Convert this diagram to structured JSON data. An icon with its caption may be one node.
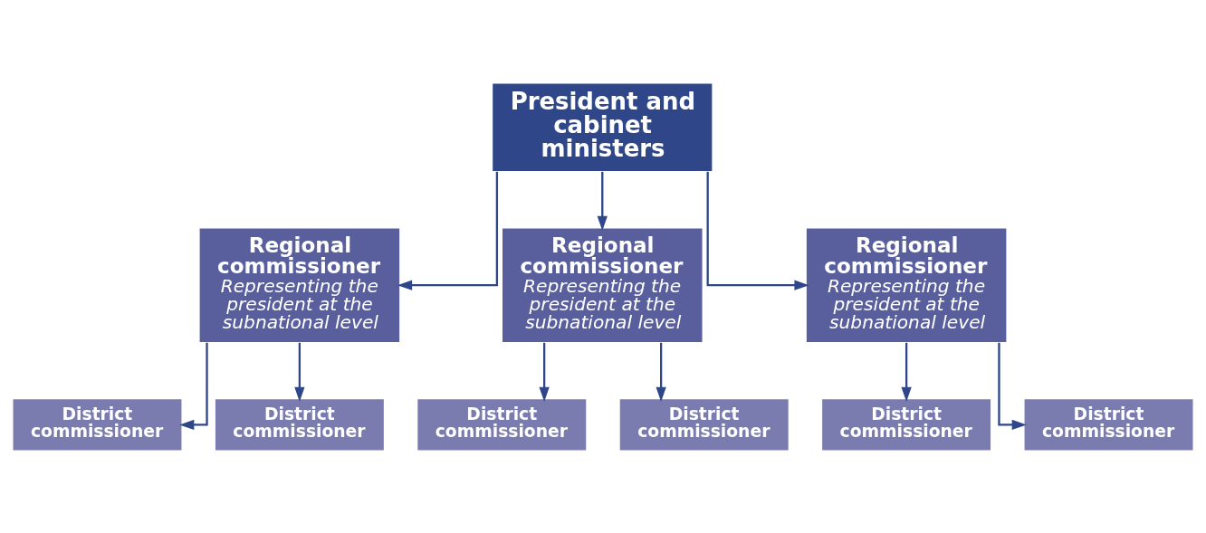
{
  "diagram": {
    "nodes": [
      {
        "text": [
          "President and cabinet ministers"
        ]
      },
      {
        "text": [
          "Regional commissioner",
          "Representing the president at the subnational level"
        ]
      },
      {
        "text": [
          "Regional commissioner",
          "Representing the president at the subnational level"
        ]
      },
      {
        "text": [
          "Regional commissioner",
          "Representing the president at the subnational level"
        ]
      },
      {
        "text": [
          "District commissioner"
        ]
      },
      {
        "text": [
          "District commissioner"
        ]
      },
      {
        "text": [
          "District commissioner"
        ]
      },
      {
        "text": [
          "District commissioner"
        ]
      },
      {
        "text": [
          "District commissioner"
        ]
      },
      {
        "text": [
          "District commissioner"
        ]
      }
    ],
    "edges": [
      {
        "from": 0,
        "to": 1,
        "arrow": "to"
      },
      {
        "from": 0,
        "to": 2,
        "arrow": "to"
      },
      {
        "from": 0,
        "to": 3,
        "arrow": "to"
      },
      {
        "from": 1,
        "to": 4,
        "arrow": "to"
      },
      {
        "from": 1,
        "to": 5,
        "arrow": "to"
      },
      {
        "from": 2,
        "to": 6,
        "arrow": "to"
      },
      {
        "from": 2,
        "to": 7,
        "arrow": "to"
      },
      {
        "from": 3,
        "to": 8,
        "arrow": "to"
      },
      {
        "from": 3,
        "to": 9,
        "arrow": "to"
      }
    ]
  }
}
